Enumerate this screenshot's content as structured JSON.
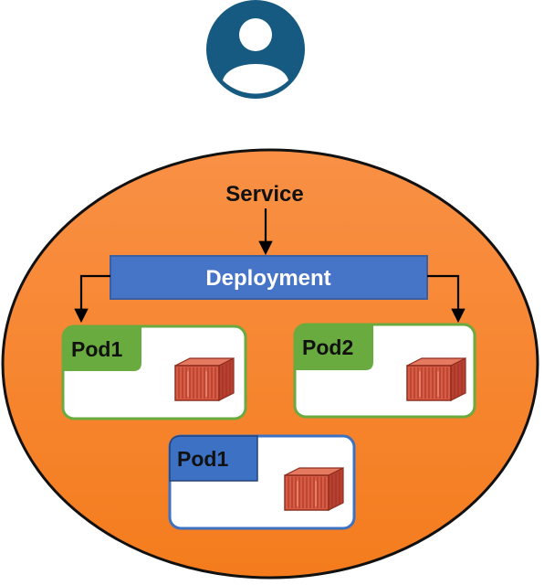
{
  "diagram": {
    "service_label": "Service",
    "deployment_label": "Deployment",
    "pods": [
      {
        "label": "Pod1",
        "variant": "green"
      },
      {
        "label": "Pod2",
        "variant": "green"
      },
      {
        "label": "Pod1",
        "variant": "blue"
      }
    ],
    "icons": {
      "user": "user-avatar-icon",
      "container": "shipping-container-icon"
    },
    "colors": {
      "user_circle": "#165a82",
      "cluster_fill": "#f7852b",
      "deployment_fill": "#4674c6",
      "deployment_border": "#3a5fa3",
      "pod_green": "#6aab3f",
      "pod_blue": "#3d71c4",
      "container_red": "#d95b43",
      "arrow": "#000000"
    }
  }
}
